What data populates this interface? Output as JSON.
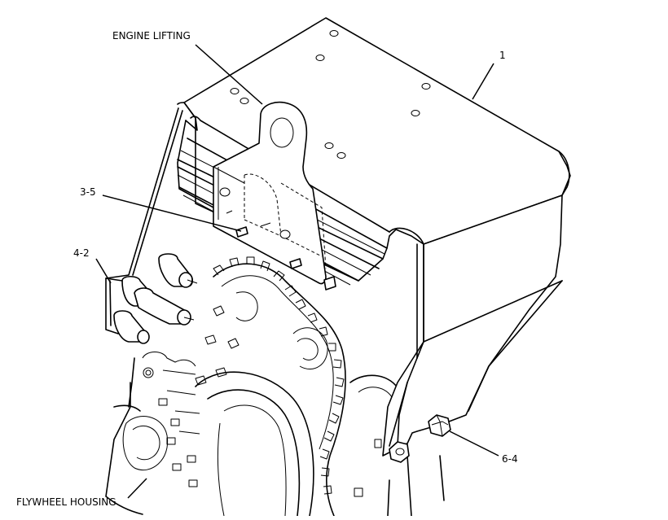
{
  "labels": {
    "engine_lifting": "ENGINE LIFTING",
    "part_1": "1",
    "part_3_5": "3-5",
    "part_4_2": "4-2",
    "part_6_4": "6-4",
    "flywheel_housing": "FLYWHEEL HOUSING"
  }
}
